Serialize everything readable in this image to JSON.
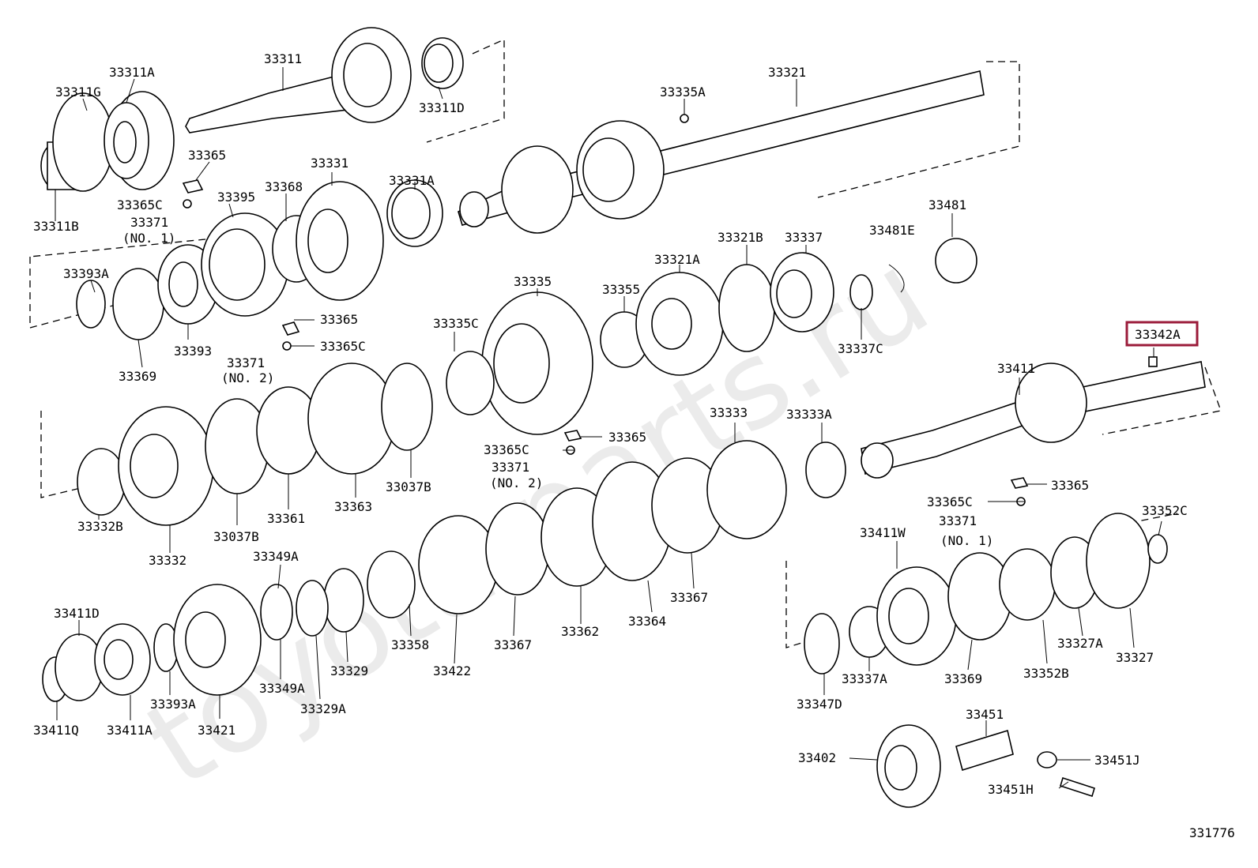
{
  "watermark": "toyota-parts.ru",
  "highlighted_part": "33342A",
  "diagram_id": "331776",
  "labels": [
    {
      "id": "l1",
      "text": "33311A"
    },
    {
      "id": "l2",
      "text": "33311G"
    },
    {
      "id": "l3",
      "text": "33311"
    },
    {
      "id": "l4",
      "text": "33311D"
    },
    {
      "id": "l5",
      "text": "33311B"
    },
    {
      "id": "l6",
      "text": "33365"
    },
    {
      "id": "l7",
      "text": "33365C"
    },
    {
      "id": "l8",
      "text": "33371"
    },
    {
      "id": "l9",
      "text": "(NO. 1)"
    },
    {
      "id": "l10",
      "text": "33395"
    },
    {
      "id": "l11",
      "text": "33368"
    },
    {
      "id": "l12",
      "text": "33331"
    },
    {
      "id": "l13",
      "text": "33331A"
    },
    {
      "id": "l14",
      "text": "33321"
    },
    {
      "id": "l15",
      "text": "33335A"
    },
    {
      "id": "l16",
      "text": "33393A"
    },
    {
      "id": "l17",
      "text": "33393"
    },
    {
      "id": "l18",
      "text": "33369"
    },
    {
      "id": "l19",
      "text": "33365"
    },
    {
      "id": "l20",
      "text": "33365C"
    },
    {
      "id": "l21",
      "text": "33371"
    },
    {
      "id": "l22",
      "text": "(NO. 2)"
    },
    {
      "id": "l23",
      "text": "33335C"
    },
    {
      "id": "l24",
      "text": "33335"
    },
    {
      "id": "l25",
      "text": "33355"
    },
    {
      "id": "l26",
      "text": "33321A"
    },
    {
      "id": "l27",
      "text": "33321B"
    },
    {
      "id": "l28",
      "text": "33337"
    },
    {
      "id": "l29",
      "text": "33481E"
    },
    {
      "id": "l30",
      "text": "33481"
    },
    {
      "id": "l31",
      "text": "33337C"
    },
    {
      "id": "l32",
      "text": "33342A"
    },
    {
      "id": "l33",
      "text": "33411"
    },
    {
      "id": "l34",
      "text": "33332B"
    },
    {
      "id": "l35",
      "text": "33332"
    },
    {
      "id": "l36",
      "text": "33037B"
    },
    {
      "id": "l37",
      "text": "33361"
    },
    {
      "id": "l38",
      "text": "33363"
    },
    {
      "id": "l39",
      "text": "33037B"
    },
    {
      "id": "l40",
      "text": "33365C"
    },
    {
      "id": "l41",
      "text": "33365"
    },
    {
      "id": "l42",
      "text": "33371"
    },
    {
      "id": "l43",
      "text": "(NO. 2)"
    },
    {
      "id": "l44",
      "text": "33333"
    },
    {
      "id": "l45",
      "text": "33333A"
    },
    {
      "id": "l46",
      "text": "33365"
    },
    {
      "id": "l47",
      "text": "33365C"
    },
    {
      "id": "l48",
      "text": "33371"
    },
    {
      "id": "l49",
      "text": "(NO. 1)"
    },
    {
      "id": "l50",
      "text": "33352C"
    },
    {
      "id": "l51",
      "text": "33411W"
    },
    {
      "id": "l52",
      "text": "33349A"
    },
    {
      "id": "l53",
      "text": "33411D"
    },
    {
      "id": "l54",
      "text": "33393A"
    },
    {
      "id": "l55",
      "text": "33421"
    },
    {
      "id": "l56",
      "text": "33349A"
    },
    {
      "id": "l57",
      "text": "33329"
    },
    {
      "id": "l58",
      "text": "33329A"
    },
    {
      "id": "l59",
      "text": "33358"
    },
    {
      "id": "l60",
      "text": "33422"
    },
    {
      "id": "l61",
      "text": "33367"
    },
    {
      "id": "l62",
      "text": "33362"
    },
    {
      "id": "l63",
      "text": "33364"
    },
    {
      "id": "l64",
      "text": "33367"
    },
    {
      "id": "l65",
      "text": "33411Q"
    },
    {
      "id": "l66",
      "text": "33411A"
    },
    {
      "id": "l67",
      "text": "33347D"
    },
    {
      "id": "l68",
      "text": "33337A"
    },
    {
      "id": "l69",
      "text": "33369"
    },
    {
      "id": "l70",
      "text": "33352B"
    },
    {
      "id": "l71",
      "text": "33327A"
    },
    {
      "id": "l72",
      "text": "33327"
    },
    {
      "id": "l73",
      "text": "33451"
    },
    {
      "id": "l74",
      "text": "33402"
    },
    {
      "id": "l75",
      "text": "33451J"
    },
    {
      "id": "l76",
      "text": "33451H"
    }
  ]
}
